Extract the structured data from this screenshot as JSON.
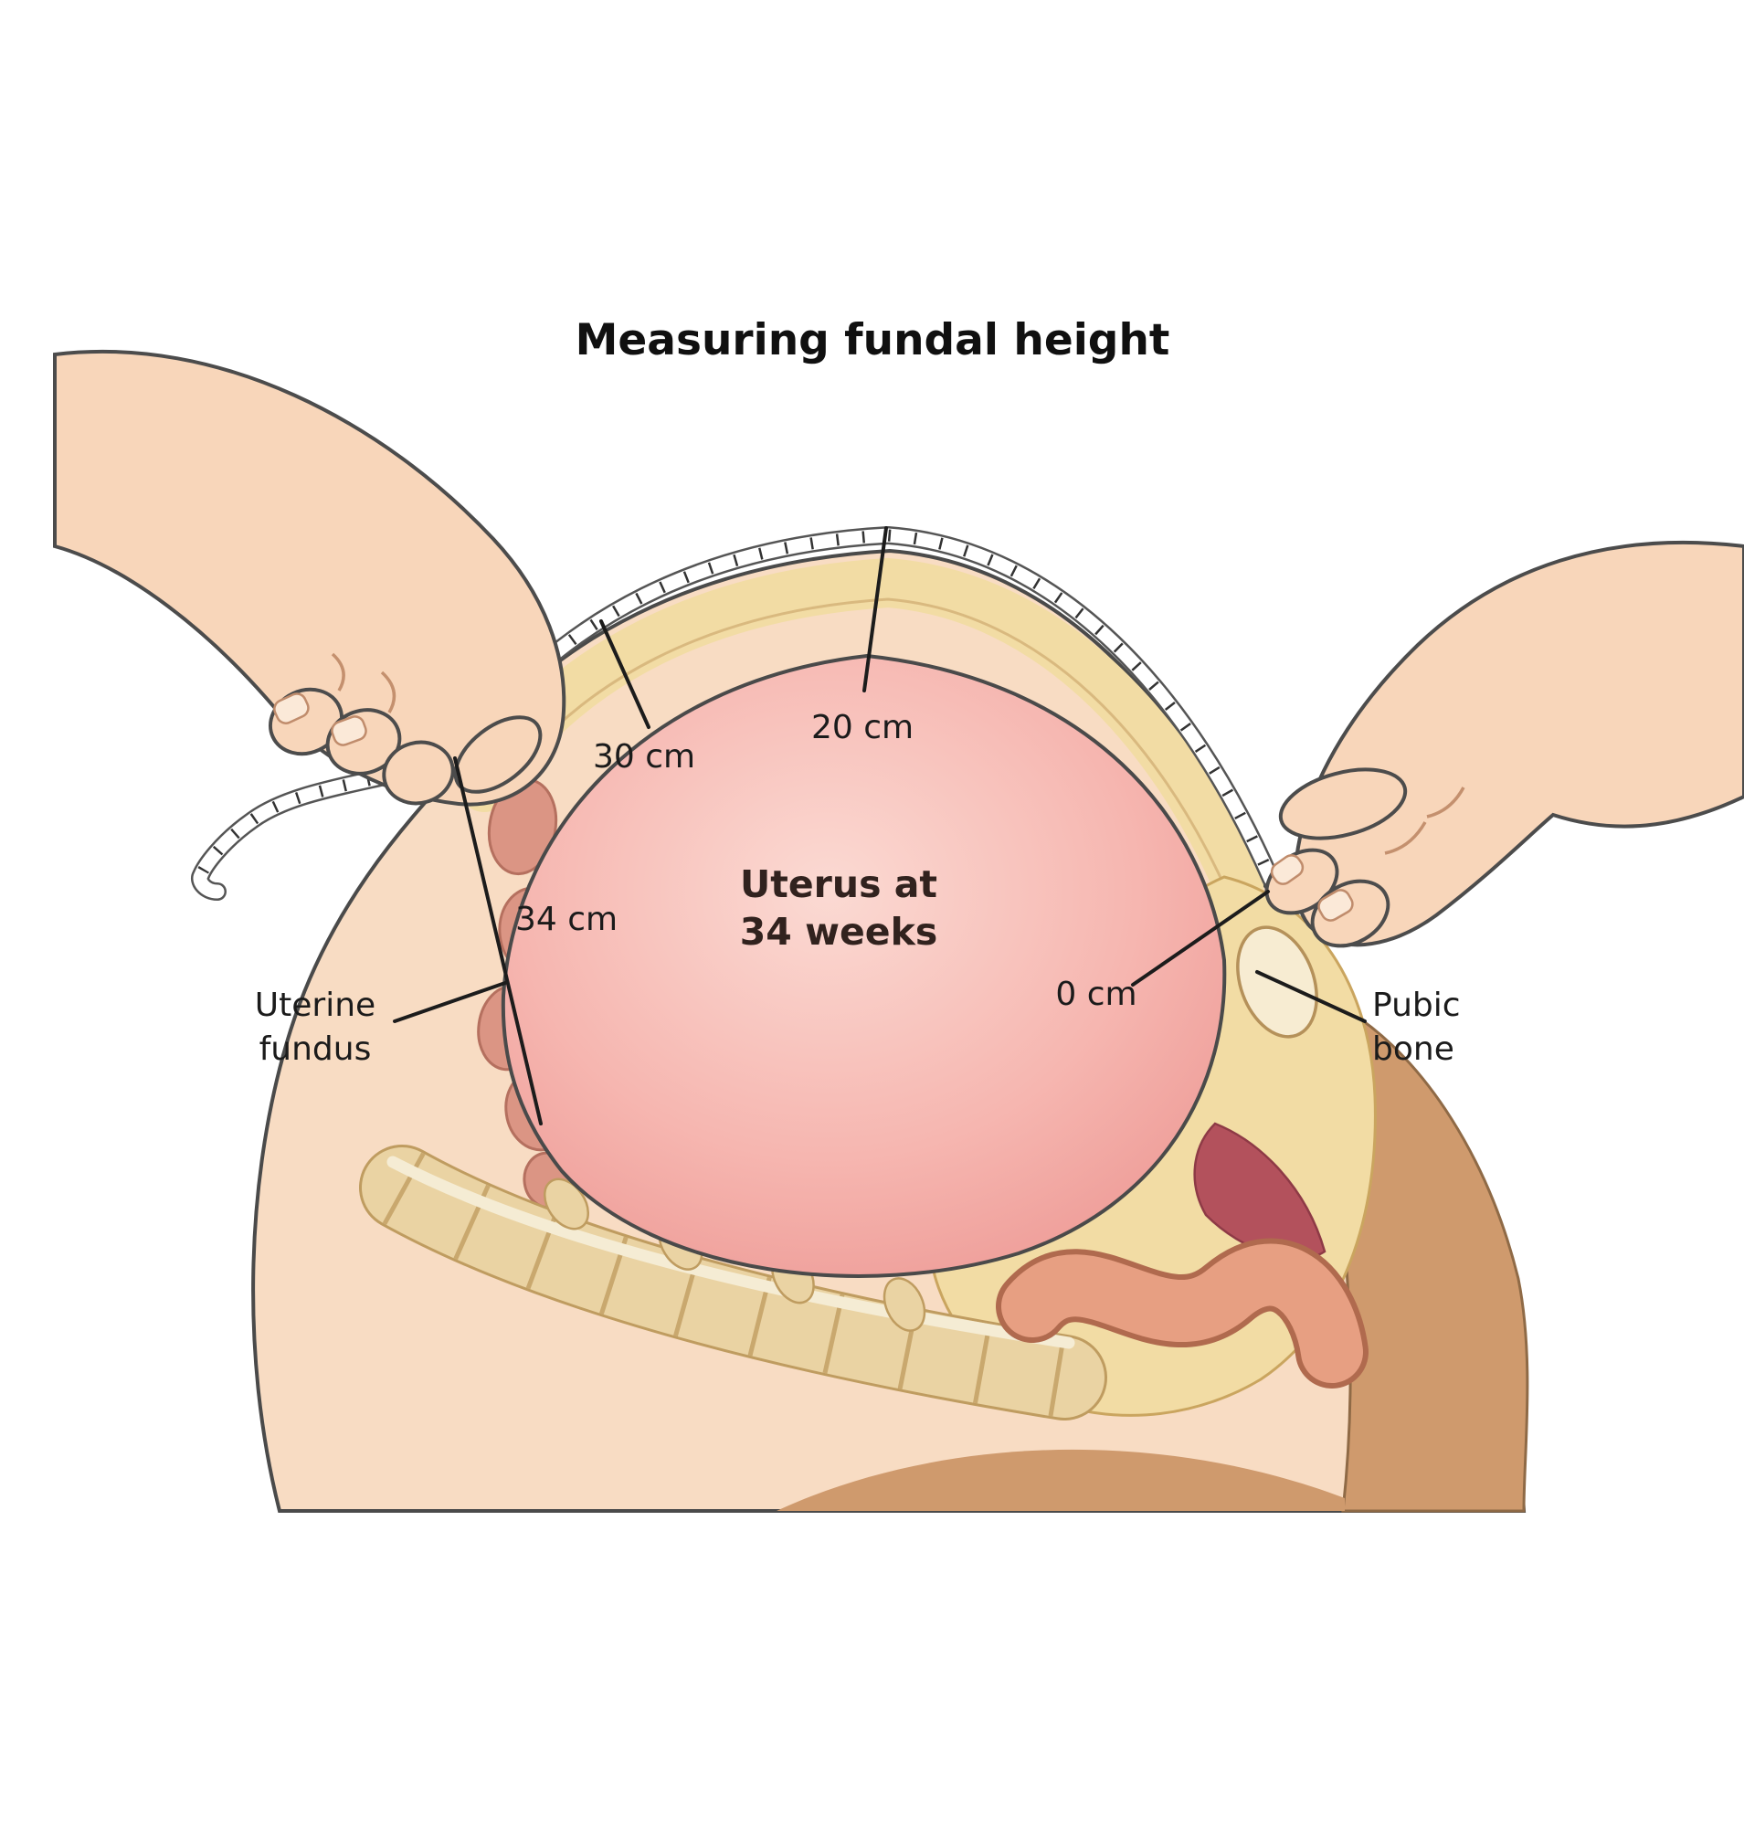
{
  "title": "Measuring fundal height",
  "illustration": {
    "uterus": {
      "line1": "Uterus at",
      "line2": "34 weeks"
    },
    "measurements": {
      "m20": "20 cm",
      "m30": "30 cm",
      "m34": "34 cm",
      "m0": "0 cm"
    },
    "labels": {
      "uterine_fundus": {
        "line1": "Uterine",
        "line2": "fundus"
      },
      "pubic_bone": {
        "line1": "Pubic",
        "line2": "bone"
      }
    },
    "palette": {
      "skin": "#f8dcc3",
      "skin_dark": "#cf9a6d",
      "fat_yellow": "#f2dca4",
      "uterus_pink": "#eb938f",
      "uterus_light": "#fbdad3",
      "bone": "#f7ecd2",
      "muscle_red": "#db9584",
      "colon": "#e79f82",
      "spine_tan": "#ead3a3",
      "cervix_maroon": "#b3515c",
      "outline": "#4a4a4a",
      "tape_white": "#ffffff",
      "text": "#1b1b1b"
    }
  }
}
